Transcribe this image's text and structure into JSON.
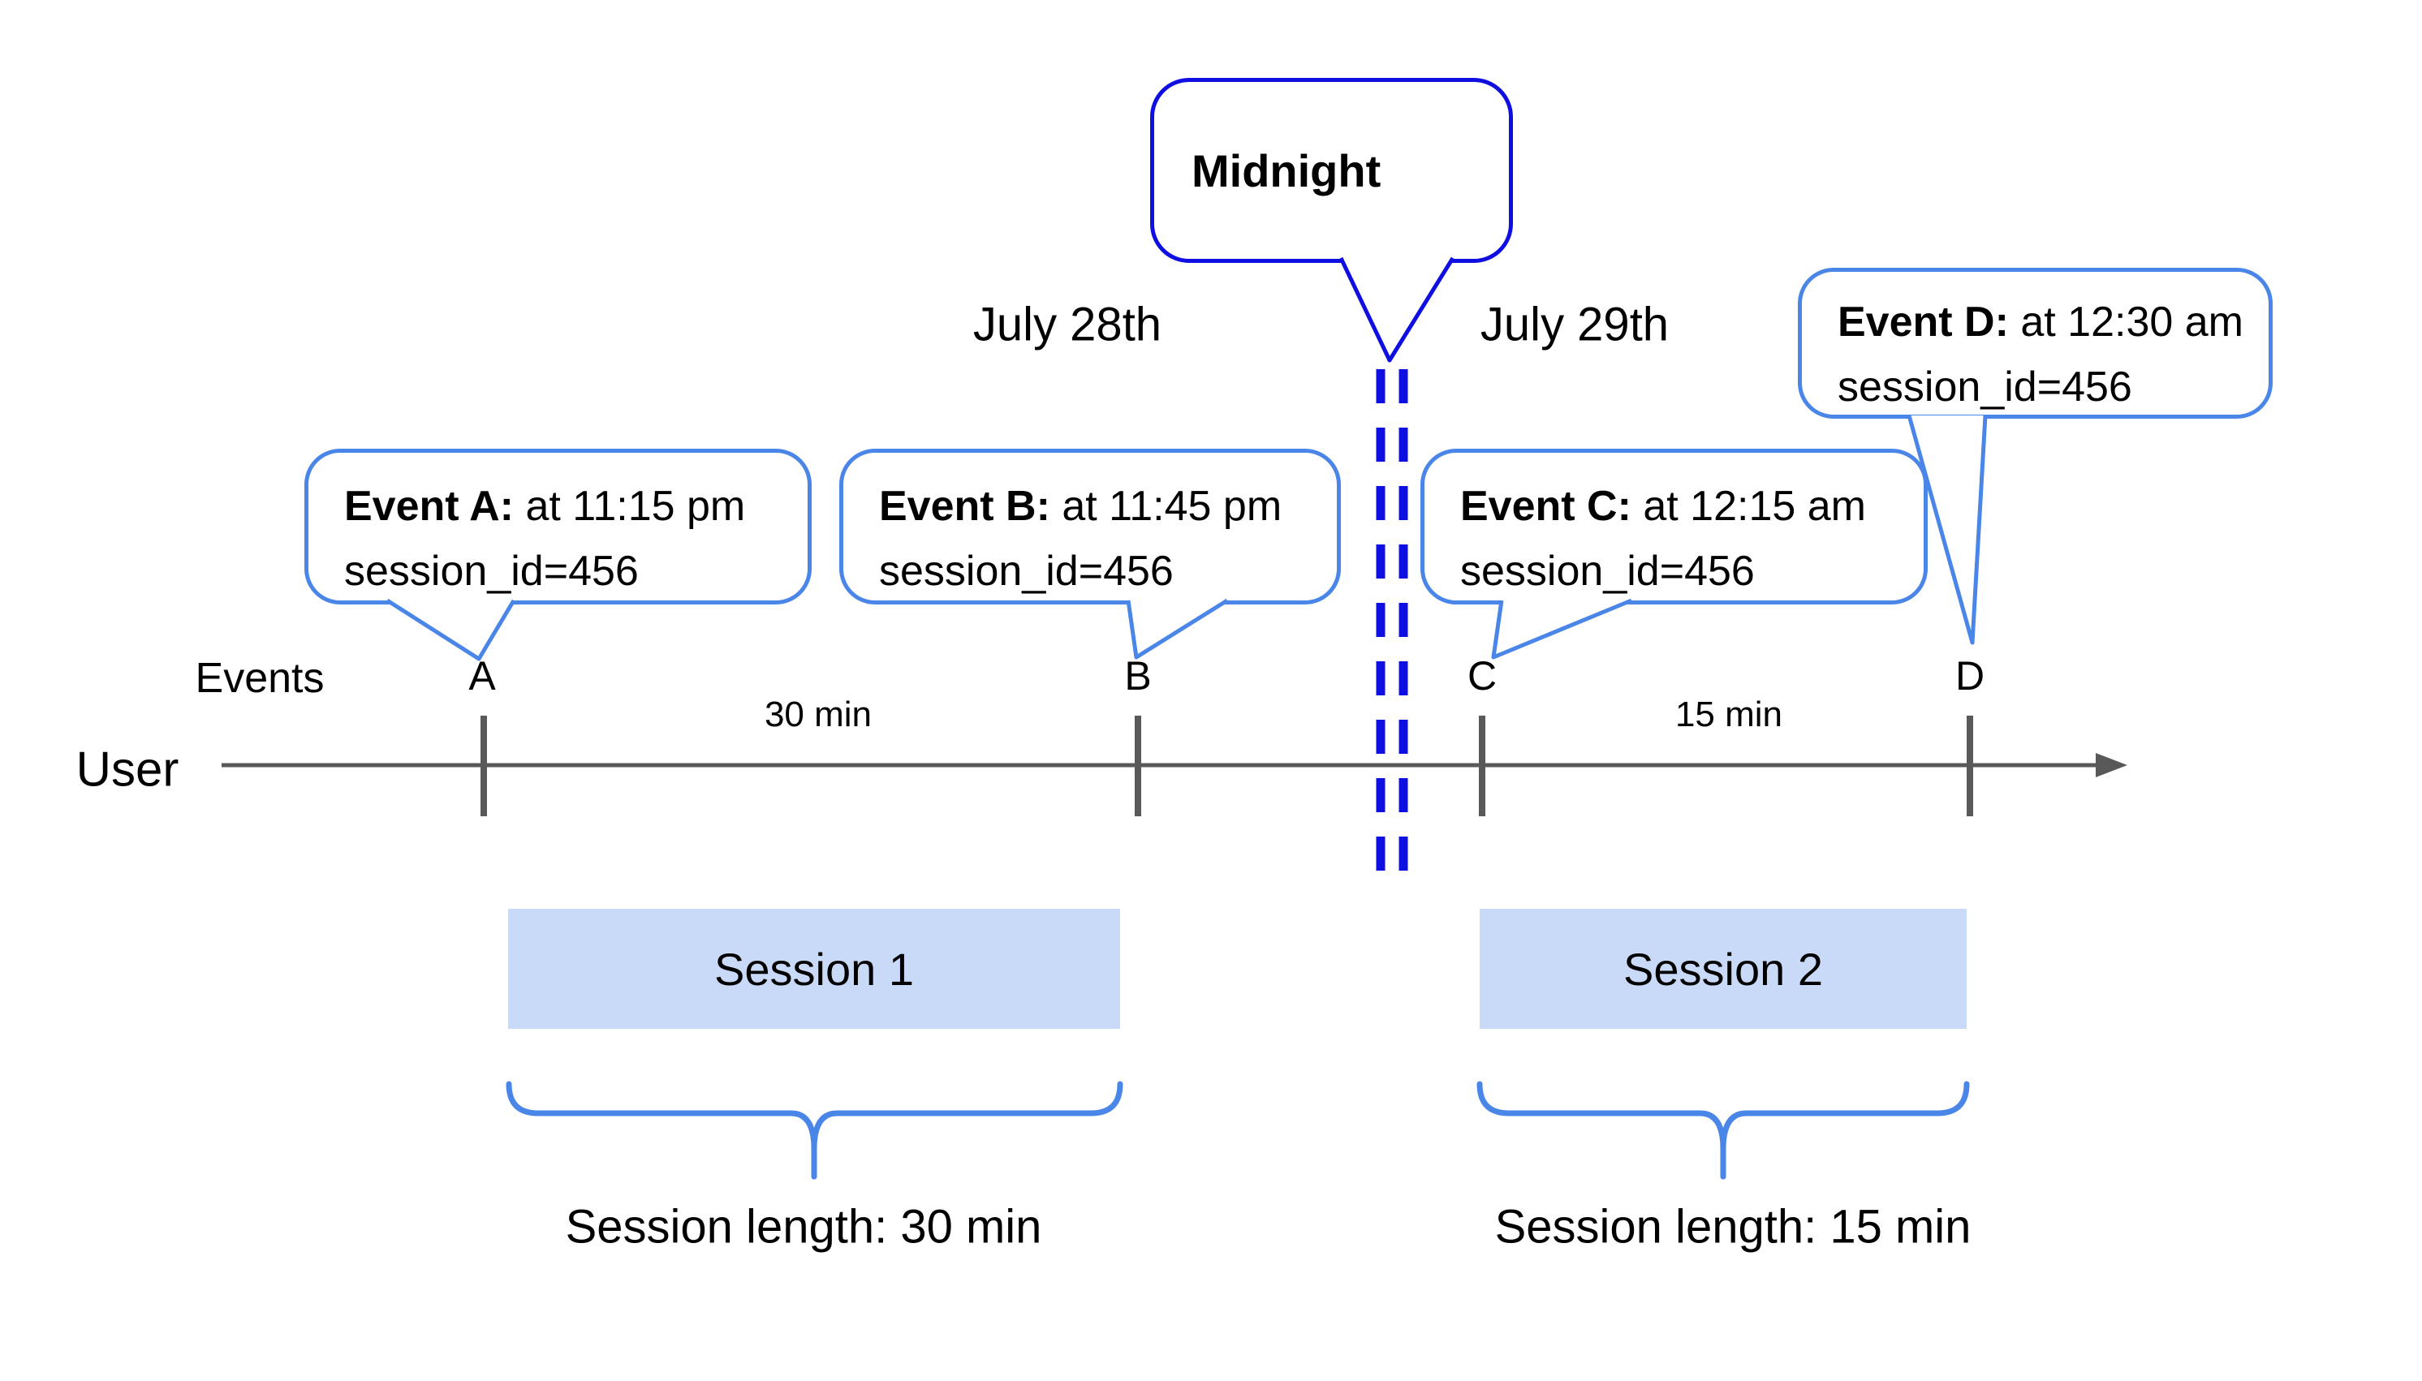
{
  "diagram": {
    "title_hint": "Session length timeline diagram",
    "dates": {
      "left": "July 28th",
      "right": "July 29th"
    },
    "midnight_label": "Midnight",
    "axis": {
      "events_label": "Events",
      "user_label": "User"
    },
    "events": [
      {
        "letter": "A",
        "bold": "Event A:",
        "time_text": " at 11:15 pm",
        "id_text": "session_id=456"
      },
      {
        "letter": "B",
        "bold": "Event B:",
        "time_text": " at 11:45 pm",
        "id_text": "session_id=456"
      },
      {
        "letter": "C",
        "bold": "Event C:",
        "time_text": " at 12:15 am",
        "id_text": "session_id=456"
      },
      {
        "letter": "D",
        "bold": "Event D:",
        "time_text": " at 12:30 am",
        "id_text": "session_id=456"
      }
    ],
    "intervals": [
      {
        "label": "30 min"
      },
      {
        "label": "15 min"
      }
    ],
    "sessions": [
      {
        "box_label": "Session 1",
        "length_label": "Session length: 30 min"
      },
      {
        "box_label": "Session 2",
        "length_label": "Session length: 15 min"
      }
    ],
    "colors": {
      "callout_border": "#4a86e8",
      "midnight_blue": "#0f0fe1",
      "session_fill": "#c9daf8",
      "axis_gray": "#595959",
      "text": "#000000"
    }
  }
}
